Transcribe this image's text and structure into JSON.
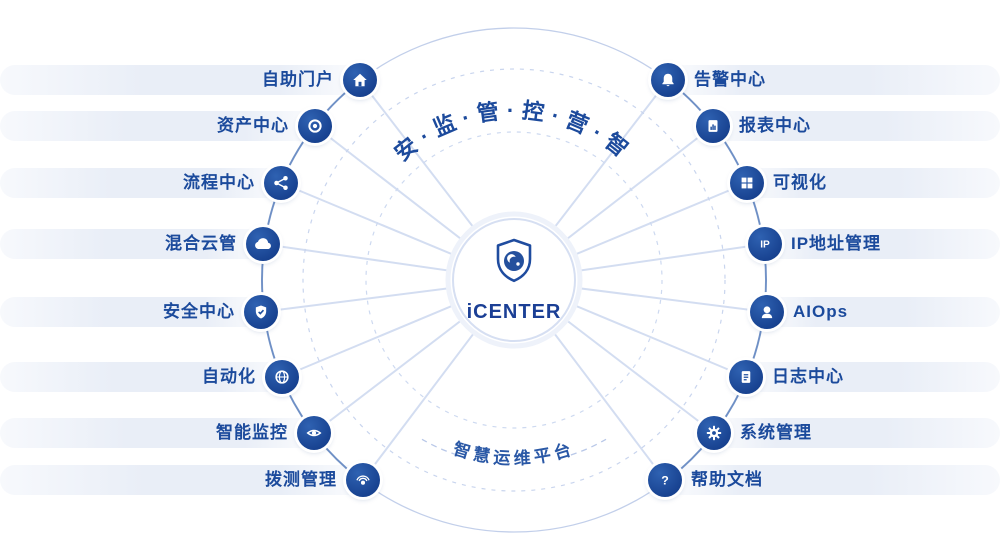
{
  "center": {
    "name": "iCENTER"
  },
  "arcs": {
    "top": "安·监·管·控·营·智",
    "bottom": "智慧运维平台"
  },
  "left_nodes": [
    {
      "label": "自助门户",
      "icon": "home-icon"
    },
    {
      "label": "资产中心",
      "icon": "target-icon"
    },
    {
      "label": "流程中心",
      "icon": "share-icon"
    },
    {
      "label": "混合云管",
      "icon": "cloud-icon"
    },
    {
      "label": "安全中心",
      "icon": "shield-check-icon"
    },
    {
      "label": "自动化",
      "icon": "globe-icon"
    },
    {
      "label": "智能监控",
      "icon": "eye-icon"
    },
    {
      "label": "拨测管理",
      "icon": "broadcast-icon"
    }
  ],
  "right_nodes": [
    {
      "label": "告警中心",
      "icon": "bell-icon"
    },
    {
      "label": "报表中心",
      "icon": "report-icon"
    },
    {
      "label": "可视化",
      "icon": "grid-icon"
    },
    {
      "label": "IP地址管理",
      "icon": "ip-icon",
      "icon_text": "IP"
    },
    {
      "label": "AIOps",
      "icon": "person-icon"
    },
    {
      "label": "日志中心",
      "icon": "document-icon"
    },
    {
      "label": "系统管理",
      "icon": "gear-icon"
    },
    {
      "label": "帮助文档",
      "icon": "question-icon",
      "icon_text": "?"
    }
  ],
  "colors": {
    "primary": "#1b4a9c",
    "node": "#1e4f9f",
    "line": "#ccd8ef",
    "band": "#e9eef7"
  }
}
